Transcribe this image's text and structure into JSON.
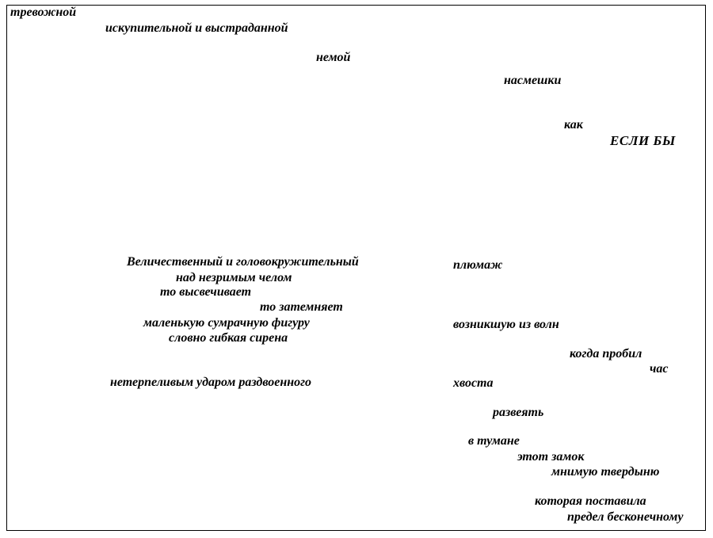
{
  "poem": {
    "lines": [
      "тревожной",
      "искупительной и выстраданной",
      "немой",
      "насмешки",
      "как",
      "ЕСЛИ БЫ",
      "Величественный и головокружительный",
      "над незримым челом",
      "то высвечивает",
      "то затемняет",
      "маленькую сумрачную фигуру",
      "словно гибкая сирена",
      "нетерпеливым ударом раздвоенного",
      "плюмаж",
      "возникшую из волн",
      "когда пробил",
      "час",
      "хвоста",
      "развеять",
      "в тумане",
      "этот замок",
      "мнимую твердыню",
      "которая поставила",
      "предел бесконечному"
    ]
  },
  "colors": {
    "ink": "#000000",
    "paper": "#ffffff"
  }
}
